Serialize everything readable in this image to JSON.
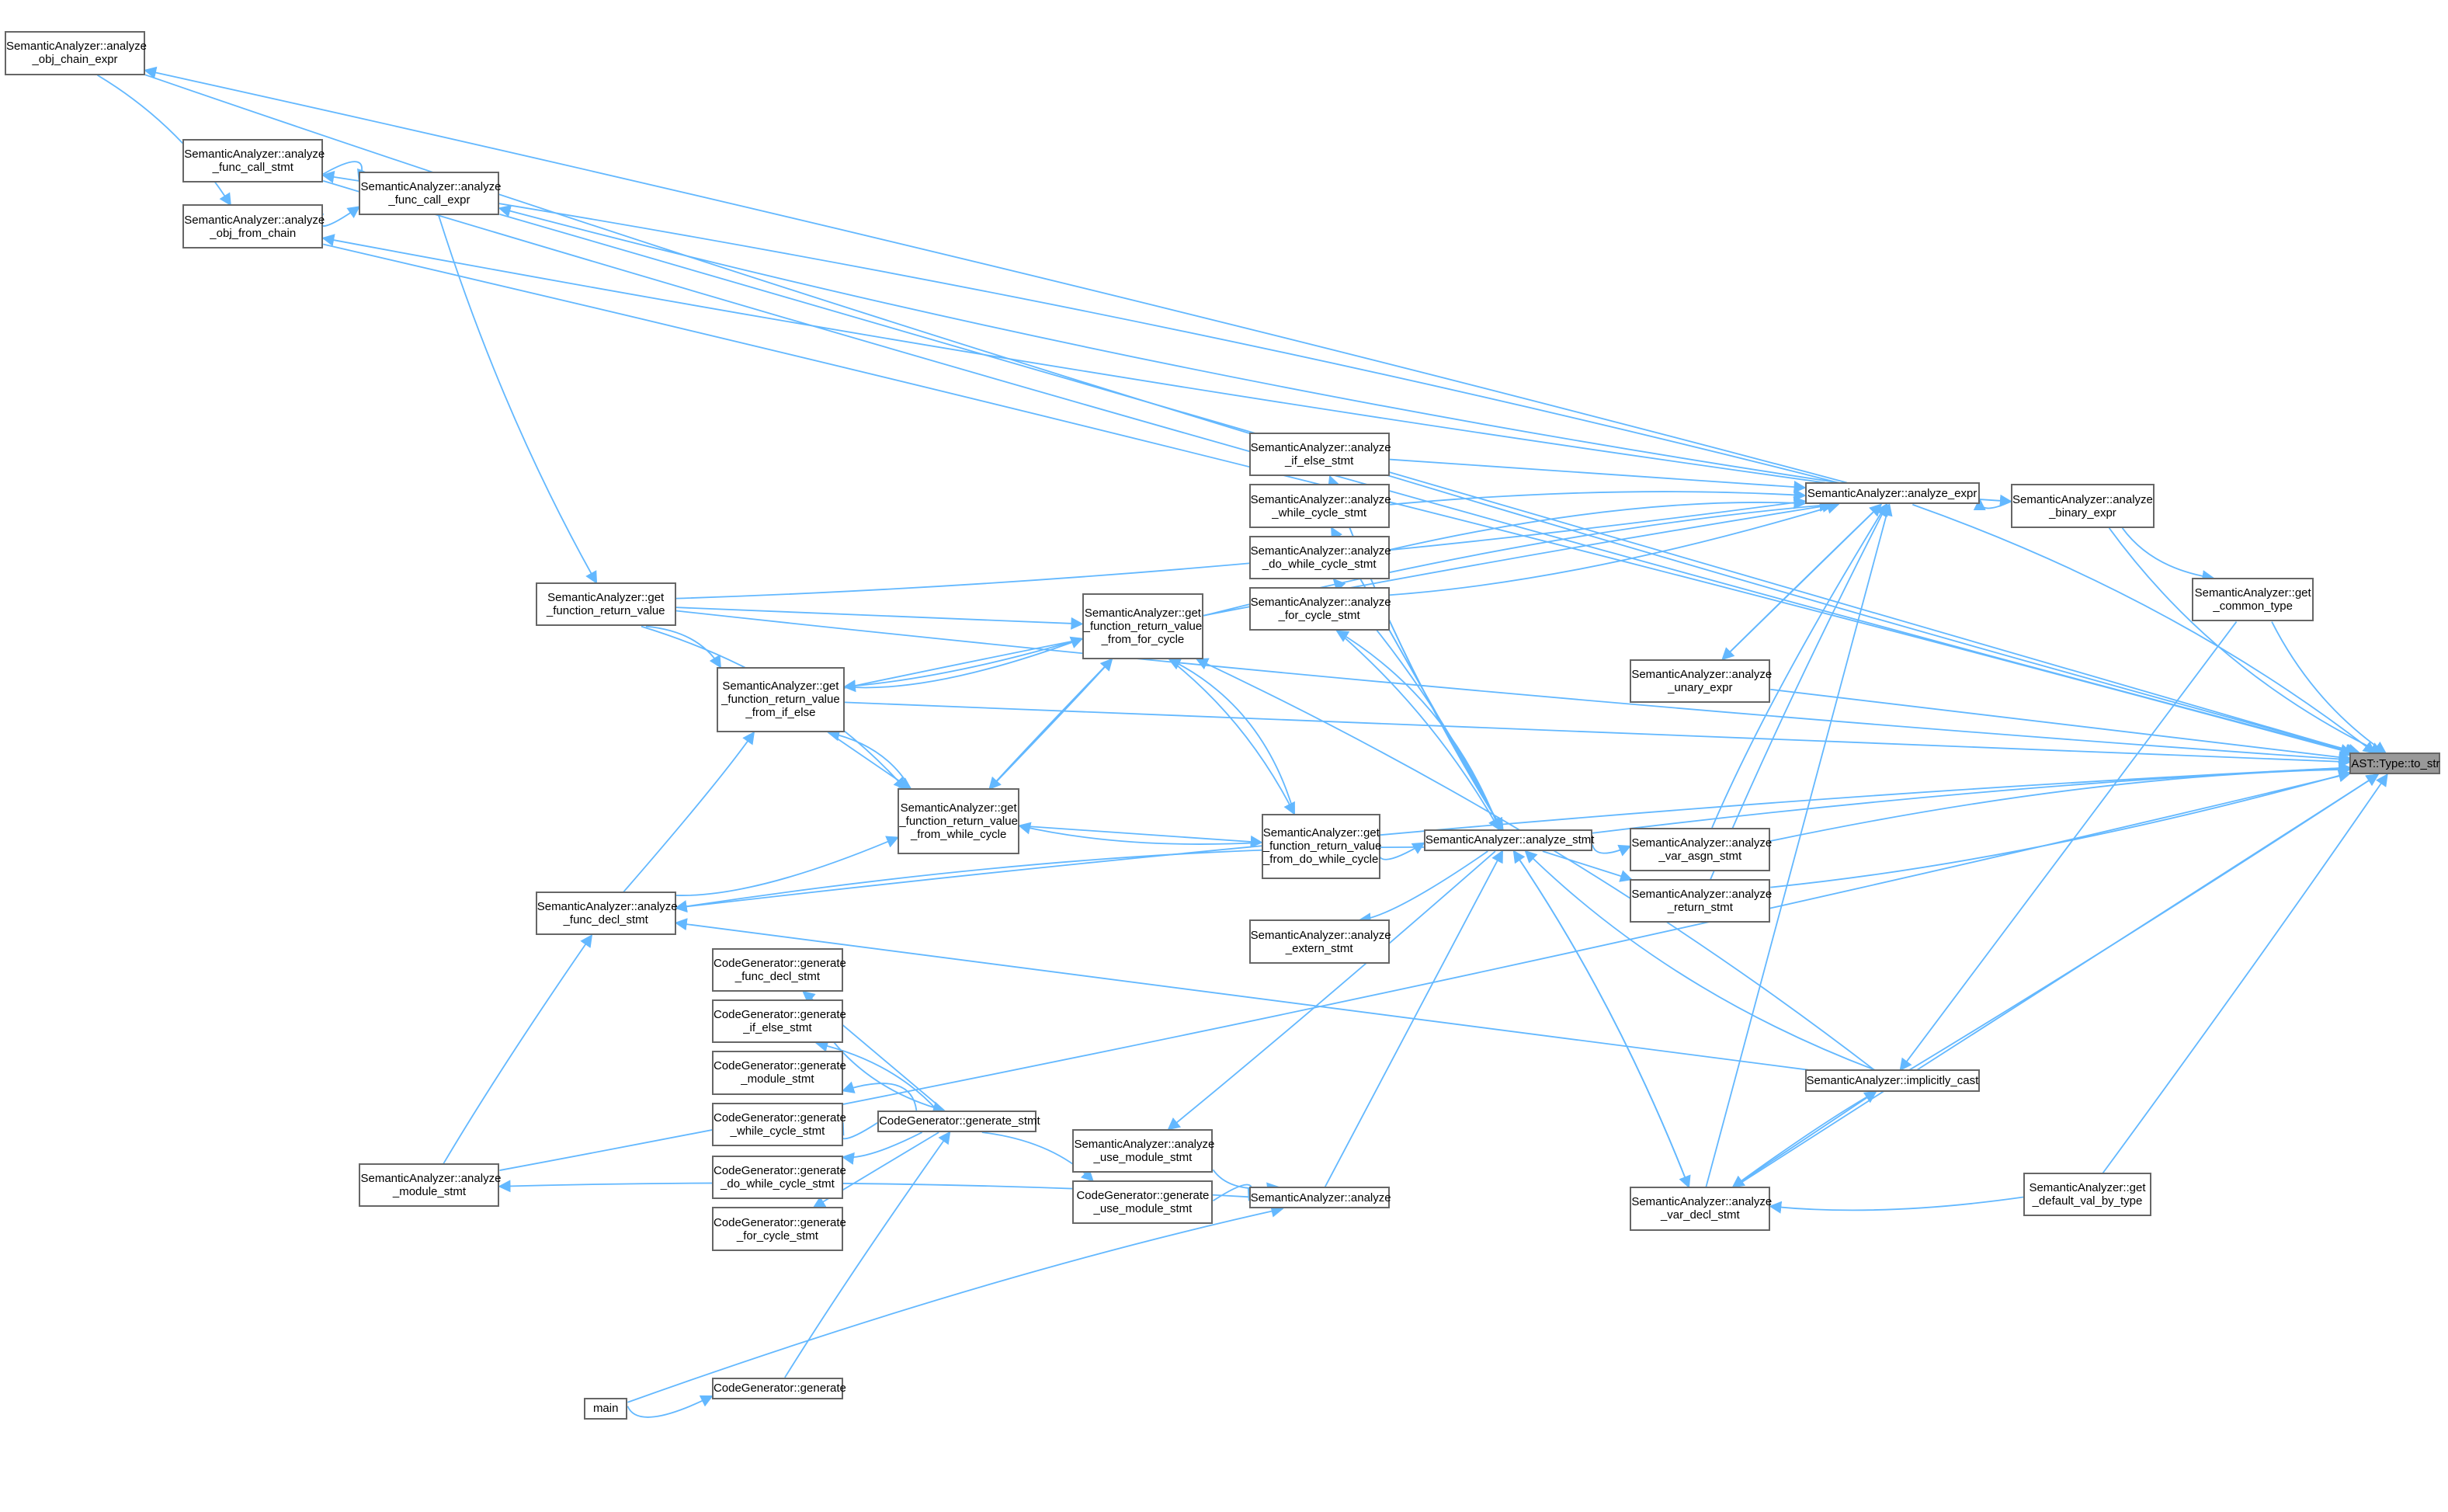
{
  "title": "Caller graph of AST::Type::to_str",
  "colors": {
    "edge": "#63b8ff",
    "root_fill": "#999999",
    "node_border": "#666666"
  },
  "nodes": [
    {
      "id": "obj_chain_expr",
      "lines": [
        "SemanticAnalyzer::analyze",
        "_obj_chain_expr"
      ]
    },
    {
      "id": "func_call_stmt",
      "lines": [
        "SemanticAnalyzer::analyze",
        "_func_call_stmt"
      ]
    },
    {
      "id": "func_call_expr",
      "lines": [
        "SemanticAnalyzer::analyze",
        "_func_call_expr"
      ]
    },
    {
      "id": "obj_from_chain",
      "lines": [
        "SemanticAnalyzer::analyze",
        "_obj_from_chain"
      ]
    },
    {
      "id": "get_function_return_value",
      "lines": [
        "SemanticAnalyzer::get",
        "_function_return_value"
      ]
    },
    {
      "id": "from_if_else",
      "lines": [
        "SemanticAnalyzer::get",
        "_function_return_value",
        "_from_if_else"
      ]
    },
    {
      "id": "from_for_cycle",
      "lines": [
        "SemanticAnalyzer::get",
        "_function_return_value",
        "_from_for_cycle"
      ]
    },
    {
      "id": "from_while_cycle",
      "lines": [
        "SemanticAnalyzer::get",
        "_function_return_value",
        "_from_while_cycle"
      ]
    },
    {
      "id": "from_do_while_cycle",
      "lines": [
        "SemanticAnalyzer::get",
        "_function_return_value",
        "_from_do_while_cycle"
      ]
    },
    {
      "id": "func_decl_stmt",
      "lines": [
        "SemanticAnalyzer::analyze",
        "_func_decl_stmt"
      ]
    },
    {
      "id": "module_stmt",
      "lines": [
        "SemanticAnalyzer::analyze",
        "_module_stmt"
      ]
    },
    {
      "id": "main",
      "lines": [
        "main"
      ]
    },
    {
      "id": "cg_generate",
      "lines": [
        "CodeGenerator::generate"
      ]
    },
    {
      "id": "cg_func_decl",
      "lines": [
        "CodeGenerator::generate",
        "_func_decl_stmt"
      ]
    },
    {
      "id": "cg_if_else",
      "lines": [
        "CodeGenerator::generate",
        "_if_else_stmt"
      ]
    },
    {
      "id": "cg_module",
      "lines": [
        "CodeGenerator::generate",
        "_module_stmt"
      ]
    },
    {
      "id": "cg_while",
      "lines": [
        "CodeGenerator::generate",
        "_while_cycle_stmt"
      ]
    },
    {
      "id": "cg_do_while",
      "lines": [
        "CodeGenerator::generate",
        "_do_while_cycle_stmt"
      ]
    },
    {
      "id": "cg_for",
      "lines": [
        "CodeGenerator::generate",
        "_for_cycle_stmt"
      ]
    },
    {
      "id": "cg_generate_stmt",
      "lines": [
        "CodeGenerator::generate_stmt"
      ]
    },
    {
      "id": "use_module_stmt",
      "lines": [
        "SemanticAnalyzer::analyze",
        "_use_module_stmt"
      ]
    },
    {
      "id": "cg_use_module",
      "lines": [
        "CodeGenerator::generate",
        "_use_module_stmt"
      ]
    },
    {
      "id": "analyze",
      "lines": [
        "SemanticAnalyzer::analyze"
      ]
    },
    {
      "id": "if_else_stmt",
      "lines": [
        "SemanticAnalyzer::analyze",
        "_if_else_stmt"
      ]
    },
    {
      "id": "while_cycle_stmt",
      "lines": [
        "SemanticAnalyzer::analyze",
        "_while_cycle_stmt"
      ]
    },
    {
      "id": "do_while_cycle_stmt",
      "lines": [
        "SemanticAnalyzer::analyze",
        "_do_while_cycle_stmt"
      ]
    },
    {
      "id": "for_cycle_stmt",
      "lines": [
        "SemanticAnalyzer::analyze",
        "_for_cycle_stmt"
      ]
    },
    {
      "id": "analyze_stmt",
      "lines": [
        "SemanticAnalyzer::analyze_stmt"
      ]
    },
    {
      "id": "extern_stmt",
      "lines": [
        "SemanticAnalyzer::analyze",
        "_extern_stmt"
      ]
    },
    {
      "id": "analyze_expr",
      "lines": [
        "SemanticAnalyzer::analyze_expr"
      ]
    },
    {
      "id": "binary_expr",
      "lines": [
        "SemanticAnalyzer::analyze",
        "_binary_expr"
      ]
    },
    {
      "id": "common_type",
      "lines": [
        "SemanticAnalyzer::get",
        "_common_type"
      ]
    },
    {
      "id": "unary_expr",
      "lines": [
        "SemanticAnalyzer::analyze",
        "_unary_expr"
      ]
    },
    {
      "id": "var_asgn_stmt",
      "lines": [
        "SemanticAnalyzer::analyze",
        "_var_asgn_stmt"
      ]
    },
    {
      "id": "return_stmt",
      "lines": [
        "SemanticAnalyzer::analyze",
        "_return_stmt"
      ]
    },
    {
      "id": "implicitly_cast",
      "lines": [
        "SemanticAnalyzer::implicitly_cast"
      ]
    },
    {
      "id": "var_decl_stmt",
      "lines": [
        "SemanticAnalyzer::analyze",
        "_var_decl_stmt"
      ]
    },
    {
      "id": "default_val",
      "lines": [
        "SemanticAnalyzer::get",
        "_default_val_by_type"
      ]
    },
    {
      "id": "to_str",
      "lines": [
        "AST::Type::to_str"
      ]
    }
  ]
}
